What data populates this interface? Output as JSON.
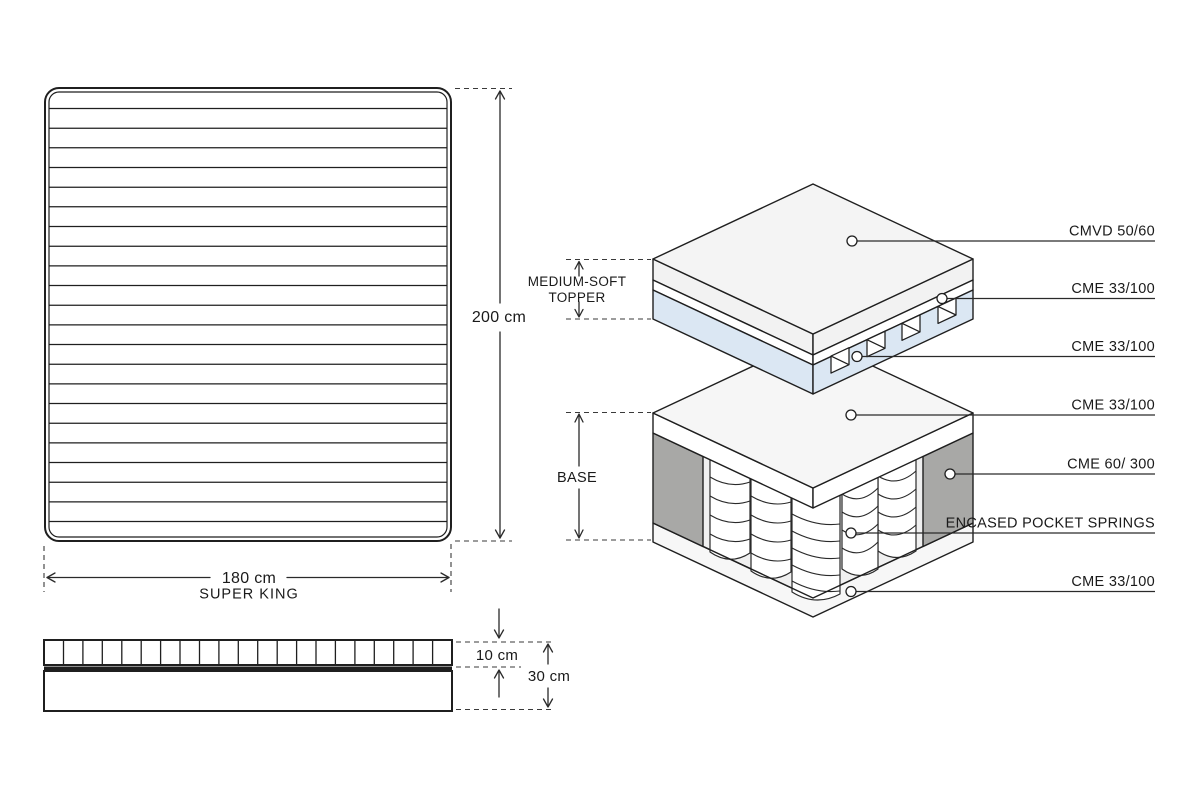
{
  "title": "Mattress specification diagram",
  "top_view": {
    "height_dimension": "200 cm",
    "width_dimension": "180 cm",
    "size_name": "SUPER KING"
  },
  "side_view": {
    "topper_thickness": "10 cm",
    "total_thickness": "30 cm"
  },
  "exploded_view": {
    "topper_label": {
      "line1": "MEDIUM-SOFT",
      "line2": "TOPPER"
    },
    "base_label": "BASE",
    "callouts": [
      {
        "label": "CMVD 50/60"
      },
      {
        "label": "CME 33/100"
      },
      {
        "label": "CME 33/100"
      },
      {
        "label": "CME 33/100"
      },
      {
        "label": "CME 60/ 300"
      },
      {
        "label": "ENCASED POCKET SPRINGS"
      },
      {
        "label": "CME 33/100"
      }
    ]
  },
  "colors": {
    "line": "#1f1f1f",
    "foam_blue": "#dbe7f3",
    "panel_gray": "#a8a8a6",
    "face_light": "#f4f4f4",
    "face_lighter": "#f7f7f7",
    "cavity_gray": "#f0f0f0"
  }
}
